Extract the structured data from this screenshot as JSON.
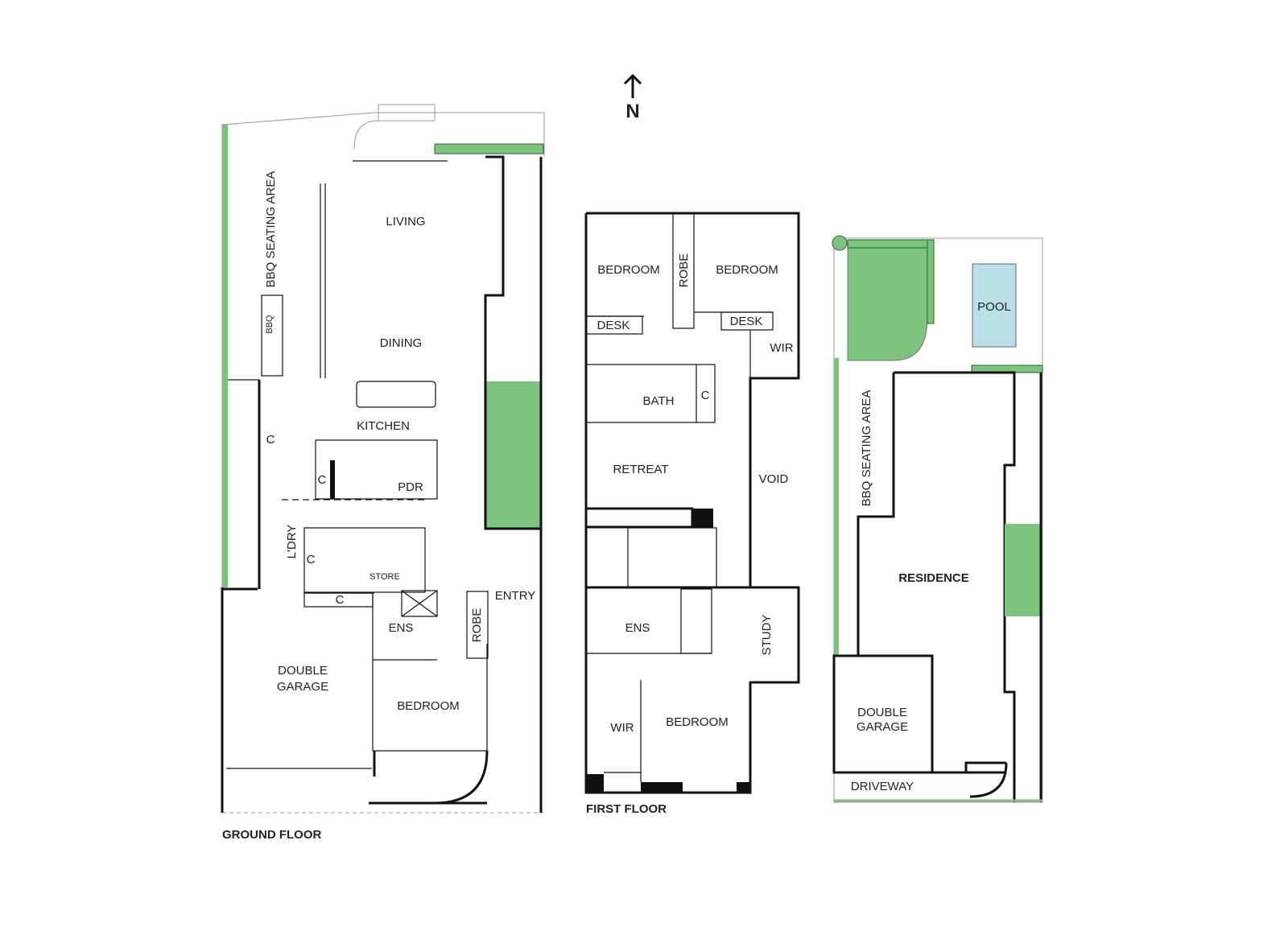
{
  "north": {
    "label": "N"
  },
  "ground_floor": {
    "title": "GROUND FLOOR",
    "rooms": {
      "bbq_seating": "BBQ SEATING AREA",
      "bbq": "BBQ",
      "living": "LIVING",
      "dining": "DINING",
      "kitchen": "KITCHEN",
      "cupboard_1": "C",
      "cupboard_2": "C",
      "pdr": "PDR",
      "laundry": "L'DRY",
      "cupboard_3": "C",
      "store": "STORE",
      "cupboard_4": "C",
      "ens": "ENS",
      "robe": "ROBE",
      "entry": "ENTRY",
      "garage_1": "DOUBLE",
      "garage_2": "GARAGE",
      "bedroom": "BEDROOM"
    }
  },
  "first_floor": {
    "title": "FIRST FLOOR",
    "rooms": {
      "bedroom_1": "BEDROOM",
      "robe": "ROBE",
      "bedroom_2": "BEDROOM",
      "desk_1": "DESK",
      "desk_2": "DESK",
      "wir_1": "WIR",
      "bath": "BATH",
      "cupboard": "C",
      "retreat": "RETREAT",
      "void": "VOID",
      "ens": "ENS",
      "study": "STUDY",
      "wir_2": "WIR",
      "bedroom_3": "BEDROOM"
    }
  },
  "site_plan": {
    "rooms": {
      "pool": "POOL",
      "bbq_seating": "BBQ SEATING AREA",
      "residence": "RESIDENCE",
      "garage_1": "DOUBLE",
      "garage_2": "GARAGE",
      "driveway": "DRIVEWAY"
    }
  },
  "colors": {
    "lawn": "#7cc47e",
    "pool": "#b9dfe8",
    "wall": "#111111"
  }
}
